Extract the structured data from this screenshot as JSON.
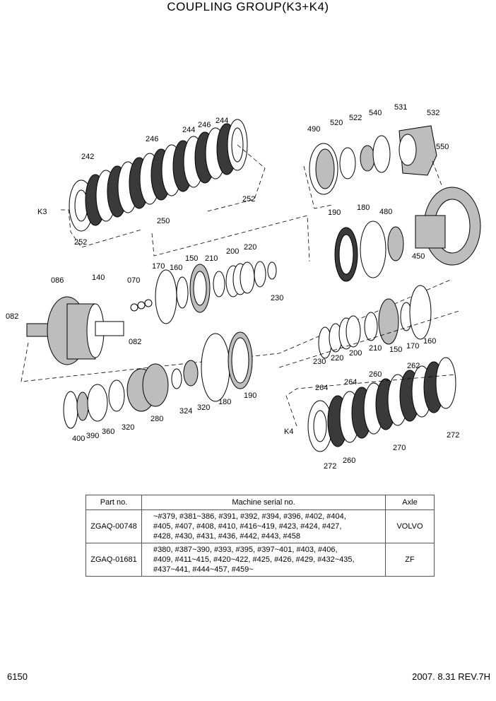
{
  "title": "COUPLING GROUP(K3+K4)",
  "group_labels": {
    "k3": "K3",
    "k4": "K4"
  },
  "callouts": [
    "531",
    "532",
    "490",
    "520",
    "522",
    "540",
    "550",
    "242",
    "246",
    "244",
    "246",
    "244",
    "252",
    "250",
    "252",
    "190",
    "180",
    "480",
    "450",
    "086",
    "140",
    "070",
    "170",
    "160",
    "150",
    "210",
    "200",
    "220",
    "230",
    "082",
    "082",
    "230",
    "220",
    "200",
    "210",
    "150",
    "170",
    "160",
    "262",
    "260",
    "264",
    "264",
    "190",
    "180",
    "400",
    "390",
    "360",
    "320",
    "280",
    "324",
    "320",
    "272",
    "270",
    "272",
    "260"
  ],
  "table": {
    "headers": {
      "part": "Part no.",
      "serial": "Machine serial no.",
      "axle": "Axle"
    },
    "rows": [
      {
        "part": "ZGAQ-00748",
        "serial_lines": [
          "~#379, #381~386, #391, #392, #394, #396, #402, #404,",
          "#405, #407, #408, #410, #416~419, #423, #424, #427,",
          "#428, #430, #431, #436, #442, #443, #458"
        ],
        "axle": "VOLVO"
      },
      {
        "part": "ZGAQ-01681",
        "serial_lines": [
          "#380, #387~390, #393, #395, #397~401, #403, #406,",
          "#409, #411~415, #420~422, #425, #426, #429, #432~435,",
          "#437~441, #444~457, #459~"
        ],
        "axle": "ZF"
      }
    ]
  },
  "footer": {
    "page": "6150",
    "revision": "2007. 8.31  REV.7H"
  }
}
